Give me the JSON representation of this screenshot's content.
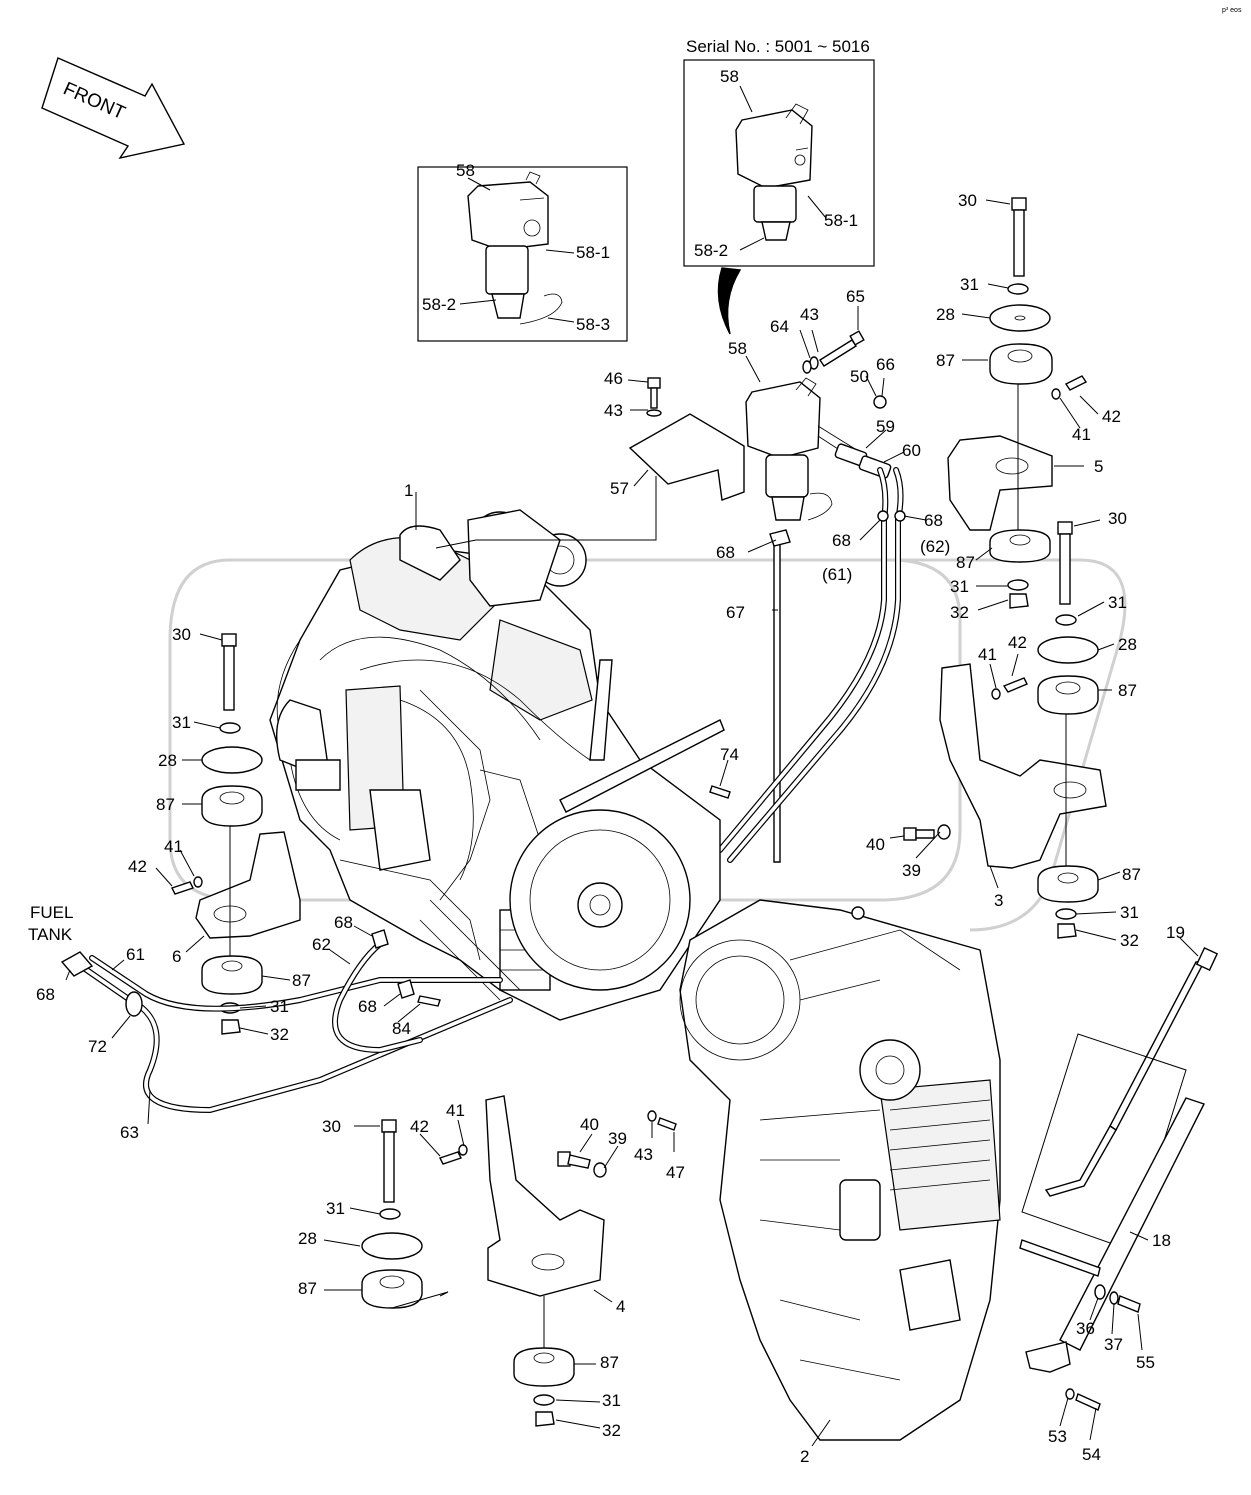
{
  "front_arrow": {
    "label": "FRONT"
  },
  "fuel_tank": {
    "line1": "FUEL",
    "line2": "TANK"
  },
  "inset_serial": {
    "caption": "Serial No. : 5001 ~ 5016"
  },
  "corner_mark": "p³ eos",
  "labels": [
    {
      "id": "58-a",
      "text": "58"
    },
    {
      "id": "58-1-a",
      "text": "58-1"
    },
    {
      "id": "58-2-a",
      "text": "58-2"
    },
    {
      "id": "58-3-a",
      "text": "58-3"
    },
    {
      "id": "58-b",
      "text": "58"
    },
    {
      "id": "58-1-b",
      "text": "58-1"
    },
    {
      "id": "58-2-b",
      "text": "58-2"
    },
    {
      "id": "58-c",
      "text": "58"
    },
    {
      "id": "64",
      "text": "64"
    },
    {
      "id": "43-a",
      "text": "43"
    },
    {
      "id": "65",
      "text": "65"
    },
    {
      "id": "46",
      "text": "46"
    },
    {
      "id": "43-b",
      "text": "43"
    },
    {
      "id": "50",
      "text": "50"
    },
    {
      "id": "66",
      "text": "66"
    },
    {
      "id": "59",
      "text": "59"
    },
    {
      "id": "60",
      "text": "60"
    },
    {
      "id": "57",
      "text": "57"
    },
    {
      "id": "1",
      "text": "1"
    },
    {
      "id": "68-a",
      "text": "68"
    },
    {
      "id": "68-b",
      "text": "68"
    },
    {
      "id": "68-c",
      "text": "68"
    },
    {
      "id": "62p",
      "text": "(62)"
    },
    {
      "id": "61p",
      "text": "(61)"
    },
    {
      "id": "67",
      "text": "67"
    },
    {
      "id": "30-a",
      "text": "30"
    },
    {
      "id": "31-a",
      "text": "31"
    },
    {
      "id": "28-a",
      "text": "28"
    },
    {
      "id": "87-a",
      "text": "87"
    },
    {
      "id": "42-a",
      "text": "42"
    },
    {
      "id": "41-a",
      "text": "41"
    },
    {
      "id": "5",
      "text": "5"
    },
    {
      "id": "87-b",
      "text": "87"
    },
    {
      "id": "31-b",
      "text": "31"
    },
    {
      "id": "32-a",
      "text": "32"
    },
    {
      "id": "30-b",
      "text": "30"
    },
    {
      "id": "31-c",
      "text": "31"
    },
    {
      "id": "28-b",
      "text": "28"
    },
    {
      "id": "87-c",
      "text": "87"
    },
    {
      "id": "41-b",
      "text": "41"
    },
    {
      "id": "42-b",
      "text": "42"
    },
    {
      "id": "30-c",
      "text": "30"
    },
    {
      "id": "31-d",
      "text": "31"
    },
    {
      "id": "28-c",
      "text": "28"
    },
    {
      "id": "87-d",
      "text": "87"
    },
    {
      "id": "41-c",
      "text": "41"
    },
    {
      "id": "42-c",
      "text": "42"
    },
    {
      "id": "6",
      "text": "6"
    },
    {
      "id": "87-e",
      "text": "87"
    },
    {
      "id": "31-e",
      "text": "31"
    },
    {
      "id": "32-b",
      "text": "32"
    },
    {
      "id": "74",
      "text": "74"
    },
    {
      "id": "40-a",
      "text": "40"
    },
    {
      "id": "39-a",
      "text": "39"
    },
    {
      "id": "3",
      "text": "3"
    },
    {
      "id": "87-f",
      "text": "87"
    },
    {
      "id": "31-f",
      "text": "31"
    },
    {
      "id": "32-c",
      "text": "32"
    },
    {
      "id": "68-d",
      "text": "68"
    },
    {
      "id": "61",
      "text": "61"
    },
    {
      "id": "72",
      "text": "72"
    },
    {
      "id": "63",
      "text": "63"
    },
    {
      "id": "68-e",
      "text": "68"
    },
    {
      "id": "62",
      "text": "62"
    },
    {
      "id": "68-f",
      "text": "68"
    },
    {
      "id": "84",
      "text": "84"
    },
    {
      "id": "19",
      "text": "19"
    },
    {
      "id": "30-d",
      "text": "30"
    },
    {
      "id": "42-d",
      "text": "42"
    },
    {
      "id": "41-d",
      "text": "41"
    },
    {
      "id": "40-b",
      "text": "40"
    },
    {
      "id": "39-b",
      "text": "39"
    },
    {
      "id": "43-c",
      "text": "43"
    },
    {
      "id": "47",
      "text": "47"
    },
    {
      "id": "31-g",
      "text": "31"
    },
    {
      "id": "28-d",
      "text": "28"
    },
    {
      "id": "87-g",
      "text": "87"
    },
    {
      "id": "4",
      "text": "4"
    },
    {
      "id": "87-h",
      "text": "87"
    },
    {
      "id": "31-h",
      "text": "31"
    },
    {
      "id": "32-d",
      "text": "32"
    },
    {
      "id": "18",
      "text": "18"
    },
    {
      "id": "36",
      "text": "36"
    },
    {
      "id": "37",
      "text": "37"
    },
    {
      "id": "55",
      "text": "55"
    },
    {
      "id": "53",
      "text": "53"
    },
    {
      "id": "54",
      "text": "54"
    },
    {
      "id": "2",
      "text": "2"
    }
  ]
}
